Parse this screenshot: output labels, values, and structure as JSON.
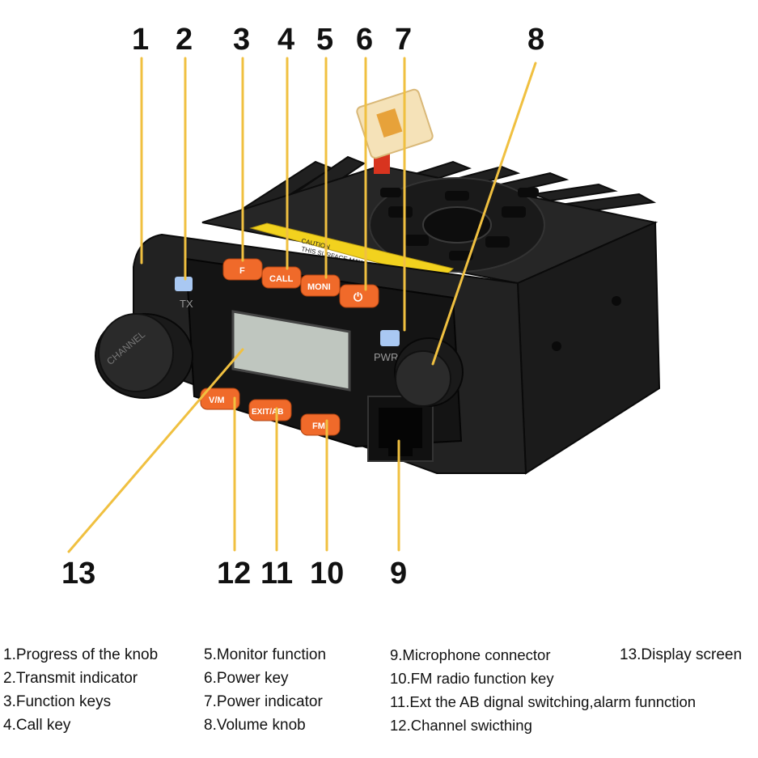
{
  "callouts": {
    "n1": "1",
    "n2": "2",
    "n3": "3",
    "n4": "4",
    "n5": "5",
    "n6": "6",
    "n7": "7",
    "n8": "8",
    "n9": "9",
    "n10": "10",
    "n11": "11",
    "n12": "12",
    "n13": "13"
  },
  "device": {
    "caution_line1": "CAUTION",
    "caution_line2": "THIS SURFACE MAY BE HOT",
    "tx_label": "TX",
    "pwr_label": "PWR",
    "channel_label": "CHANNEL",
    "keys": {
      "func": "F",
      "call": "CALL",
      "mon": "MONI",
      "power": "⏻",
      "vm": "V/M",
      "exit": "EXIT/AB",
      "fm": "FM"
    }
  },
  "legend": {
    "col1": [
      "1.Progress of the knob",
      "2.Transmit indicator",
      "3.Function keys",
      "4.Call key"
    ],
    "col2": [
      "5.Monitor function",
      "6.Power key",
      "7.Power indicator",
      "8.Volume knob"
    ],
    "col3": [
      "9.Microphone connector",
      "10.FM radio function key",
      "11.Ext the AB dignal switching,alarm funnction",
      "12.Channel swicthing"
    ],
    "col4": [
      "13.Display screen"
    ]
  },
  "colors": {
    "leader": "#f0c040",
    "key": "#f06a2a",
    "body": "#1e1e1e",
    "caution": "#f2d21e",
    "indicator": "#a9c8f2"
  }
}
